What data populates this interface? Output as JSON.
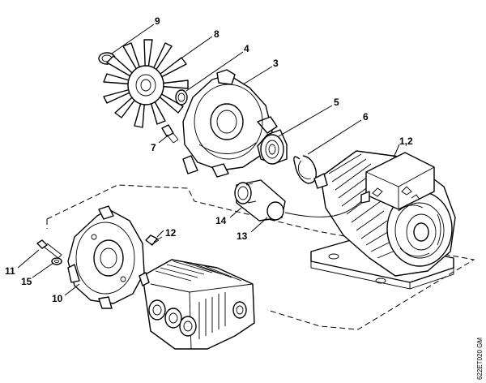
{
  "drawing": {
    "code": "622ET020 GM",
    "callouts": [
      {
        "id": "9",
        "text": "9"
      },
      {
        "id": "8",
        "text": "8"
      },
      {
        "id": "4",
        "text": "4"
      },
      {
        "id": "3",
        "text": "3"
      },
      {
        "id": "5",
        "text": "5"
      },
      {
        "id": "6",
        "text": "6"
      },
      {
        "id": "7",
        "text": "7"
      },
      {
        "id": "1_2",
        "text": "1,2"
      },
      {
        "id": "14",
        "text": "14"
      },
      {
        "id": "13",
        "text": "13"
      },
      {
        "id": "12",
        "text": "12"
      },
      {
        "id": "11",
        "text": "11"
      },
      {
        "id": "15",
        "text": "15"
      },
      {
        "id": "10",
        "text": "10"
      }
    ]
  }
}
